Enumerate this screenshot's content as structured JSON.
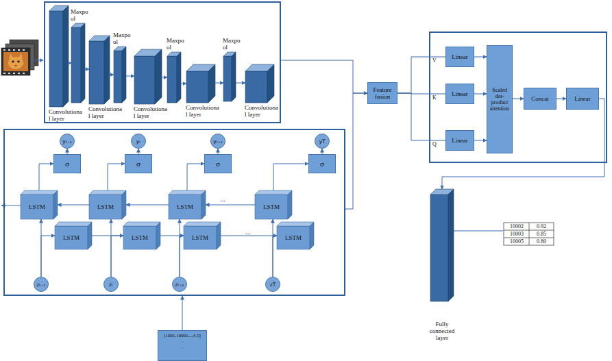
{
  "diagram": {
    "nodes": [
      {
        "text": []
      },
      {
        "text": [
          "Convolutiona l layer"
        ],
        "in": 0
      },
      {
        "text": [
          "Maxpo ol"
        ],
        "in": 0
      },
      {
        "text": [
          "Convolutiona l layer"
        ],
        "in": 0
      },
      {
        "text": [
          "Maxpo ol"
        ],
        "in": 0
      },
      {
        "text": [
          "Convolutiona l layer"
        ],
        "in": 0
      },
      {
        "text": [
          "Maxpo ol"
        ],
        "in": 0
      },
      {
        "text": [
          "Convolutiona l layer"
        ],
        "in": 0
      },
      {
        "text": [
          "Maxpo ol"
        ],
        "in": 0
      },
      {
        "text": [
          "Convolutiona l layer"
        ],
        "in": 0
      },
      {
        "text": []
      },
      {
        "text": [
          "yₜ₋₁"
        ],
        "in": 10
      },
      {
        "text": [
          "yₜ"
        ],
        "in": 10
      },
      {
        "text": [
          "yₜ₊₁"
        ],
        "in": 10
      },
      {
        "text": [
          "yT"
        ],
        "in": 10
      },
      {
        "text": [
          "σ"
        ],
        "in": 10
      },
      {
        "text": [
          "σ"
        ],
        "in": 10
      },
      {
        "text": [
          "σ"
        ],
        "in": 10
      },
      {
        "text": [
          "σ"
        ],
        "in": 10
      },
      {
        "text": [
          "LSTM"
        ],
        "in": 10
      },
      {
        "text": [
          "LSTM"
        ],
        "in": 10
      },
      {
        "text": [
          "LSTM"
        ],
        "in": 10
      },
      {
        "text": [
          "LSTM"
        ],
        "in": 10
      },
      {
        "text": [
          "LSTM"
        ],
        "in": 10
      },
      {
        "text": [
          "LSTM"
        ],
        "in": 10
      },
      {
        "text": [
          "LSTM"
        ],
        "in": 10
      },
      {
        "text": [
          "LSTM"
        ],
        "in": 10
      },
      {
        "text": [
          "zₜ₋₁"
        ],
        "in": 10
      },
      {
        "text": [
          "zₜ"
        ],
        "in": 10
      },
      {
        "text": [
          "zₜ₊₁"
        ],
        "in": 10
      },
      {
        "text": [
          "zT"
        ],
        "in": 10
      },
      {
        "text": [
          "[1001,10001,..,4.5]",
          ".",
          "."
        ]
      },
      {
        "text": [
          "Feature fusion"
        ]
      },
      {
        "text": []
      },
      {
        "text": [
          "Linear"
        ],
        "in": 33
      },
      {
        "text": [
          "Linear"
        ],
        "in": 33
      },
      {
        "text": [
          "Linear"
        ],
        "in": 33
      },
      {
        "text": [
          "Scaled dot- product attention"
        ],
        "in": 33
      },
      {
        "text": [
          "Concat"
        ],
        "in": 33
      },
      {
        "text": [
          "Linear"
        ],
        "in": 33
      },
      {
        "text": [
          "Fully connected layer"
        ]
      }
    ],
    "edges": [
      {
        "from": 1,
        "to": 2,
        "arrow": "to"
      },
      {
        "from": 2,
        "to": 3,
        "arrow": "to"
      },
      {
        "from": 3,
        "to": 4,
        "arrow": "to"
      },
      {
        "from": 4,
        "to": 5,
        "arrow": "to"
      },
      {
        "from": 5,
        "to": 6,
        "arrow": "to"
      },
      {
        "from": 6,
        "to": 7,
        "arrow": "to"
      },
      {
        "from": 7,
        "to": 8,
        "arrow": "to"
      },
      {
        "from": 8,
        "to": 9,
        "arrow": "to"
      },
      {
        "from": 0,
        "to": 32,
        "arrow": "to"
      },
      {
        "from": 10,
        "to": 32,
        "arrow": "to"
      },
      {
        "from": 15,
        "to": 11,
        "arrow": "to"
      },
      {
        "from": 16,
        "to": 12,
        "arrow": "to"
      },
      {
        "from": 17,
        "to": 13,
        "arrow": "to"
      },
      {
        "from": 18,
        "to": 14,
        "arrow": "to"
      },
      {
        "from": 19,
        "to": 15,
        "arrow": "to"
      },
      {
        "from": 20,
        "to": 16,
        "arrow": "to"
      },
      {
        "from": 21,
        "to": 17,
        "arrow": "to"
      },
      {
        "from": 22,
        "to": 18,
        "arrow": "to"
      },
      {
        "from": 20,
        "to": 19,
        "arrow": "to"
      },
      {
        "from": 21,
        "to": 20,
        "arrow": "to"
      },
      {
        "from": 22,
        "to": 21,
        "arrow": "to"
      },
      {
        "from": 23,
        "to": 24,
        "arrow": "to"
      },
      {
        "from": 24,
        "to": 25,
        "arrow": "to"
      },
      {
        "from": 25,
        "to": 26,
        "arrow": "to"
      },
      {
        "from": 27,
        "to": 19,
        "arrow": "to"
      },
      {
        "from": 28,
        "to": 20,
        "arrow": "to"
      },
      {
        "from": 29,
        "to": 21,
        "arrow": "to"
      },
      {
        "from": 30,
        "to": 22,
        "arrow": "to"
      },
      {
        "from": 27,
        "to": 23,
        "arrow": "to"
      },
      {
        "from": 28,
        "to": 24,
        "arrow": "to"
      },
      {
        "from": 29,
        "to": 25,
        "arrow": "to"
      },
      {
        "from": 30,
        "to": 26,
        "arrow": "to"
      },
      {
        "from": 31,
        "to": 10,
        "arrow": "to"
      },
      {
        "from": 32,
        "to": 34,
        "label": "V",
        "arrow": "none"
      },
      {
        "from": 32,
        "to": 35,
        "label": "K",
        "arrow": "none"
      },
      {
        "from": 32,
        "to": 36,
        "label": "Q",
        "arrow": "none"
      },
      {
        "from": 34,
        "to": 37,
        "arrow": "to"
      },
      {
        "from": 35,
        "to": 37,
        "arrow": "to"
      },
      {
        "from": 36,
        "to": 37,
        "arrow": "to"
      },
      {
        "from": 37,
        "to": 38,
        "arrow": "to"
      },
      {
        "from": 38,
        "to": 39,
        "arrow": "to"
      },
      {
        "from": 39,
        "to": 40,
        "arrow": "to"
      }
    ],
    "labels": [
      "...",
      "...",
      "10002",
      "0.92",
      "10003",
      "0.85",
      "10005",
      "0.80"
    ]
  }
}
